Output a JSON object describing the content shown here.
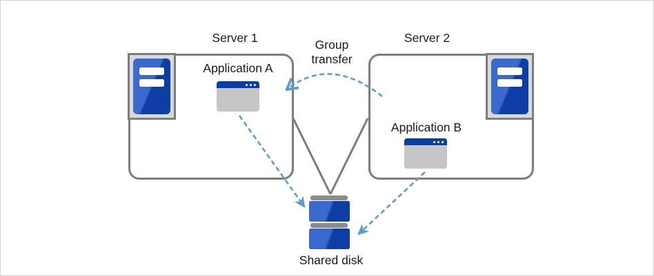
{
  "servers": [
    {
      "label": "Server 1",
      "application_label": "Application A"
    },
    {
      "label": "Server 2",
      "application_label": "Application B"
    }
  ],
  "connections": {
    "group_transfer_label": "Group\ntransfer"
  },
  "shared_disk": {
    "label": "Shared disk"
  },
  "icons": {
    "server": "server-tower-icon",
    "application": "app-window-icon",
    "shared_disk": "disk-stack-icon"
  },
  "colors": {
    "arrow_blue": "#5B9BD5",
    "icon_blue_dark": "#0C3EA6",
    "icon_blue_light": "#3A6ACE",
    "outline_gray": "#7C7C7C",
    "icon_panel_gray": "#D9D9D9",
    "app_body_gray": "#C6C6C6",
    "disk_bar_gray": "#8C8C8C"
  }
}
